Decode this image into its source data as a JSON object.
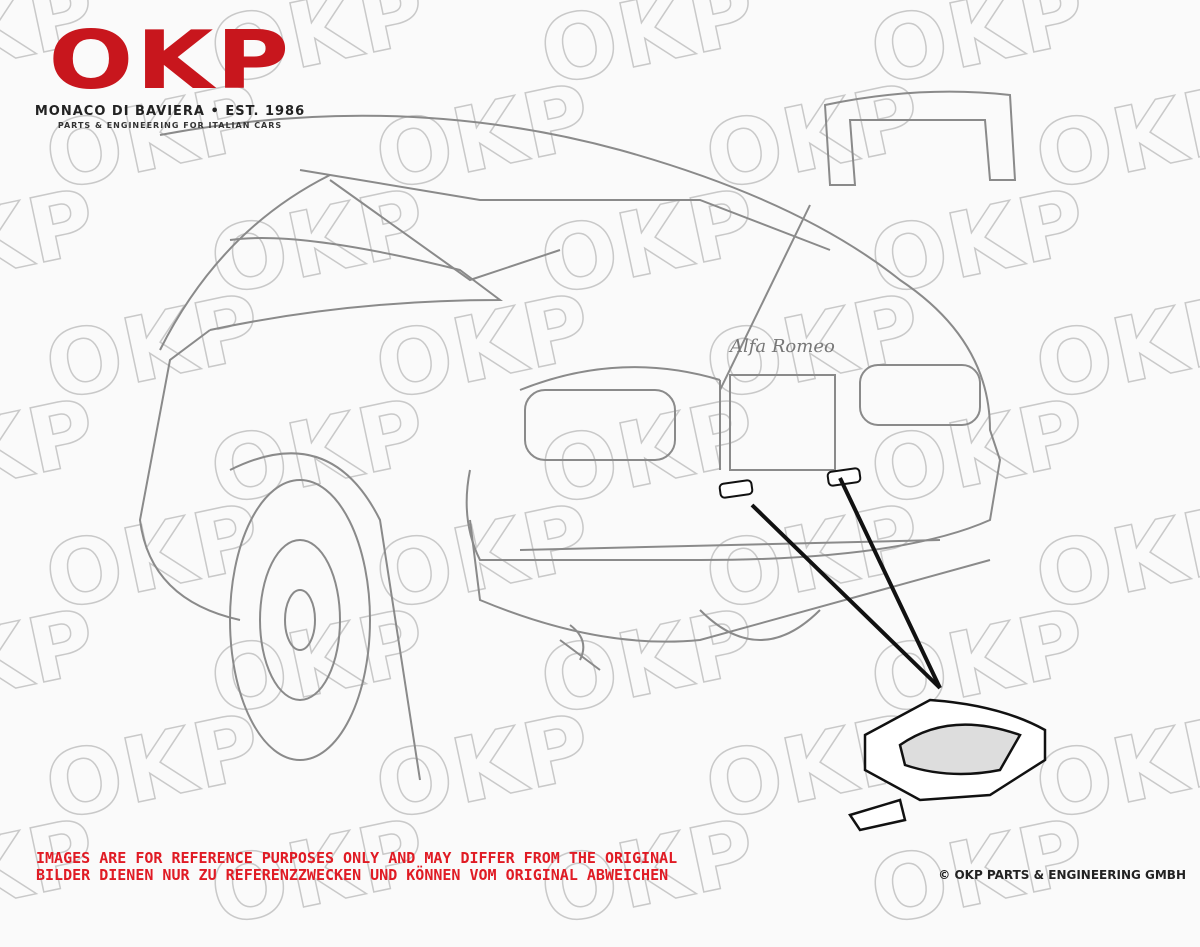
{
  "logo": {
    "mark": "OKP",
    "tagline": "MONACO DI BAVIERA • EST. 1986",
    "subtitle": "PARTS & ENGINEERING FOR ITALIAN CARS"
  },
  "watermark_text": "OKP",
  "disclaimer": {
    "line_en": "IMAGES ARE FOR REFERENCE PURPOSES ONLY AND MAY DIFFER FROM THE ORIGINAL",
    "line_de": "BILDER DIENEN NUR ZU REFERENZZWECKEN UND KÖNNEN VOM ORIGINAL ABWEICHEN"
  },
  "copyright": "© OKP PARTS & ENGINEERING GMBH",
  "colors": {
    "brand_red": "#c8161d",
    "disclaimer_red": "#e01b24"
  }
}
